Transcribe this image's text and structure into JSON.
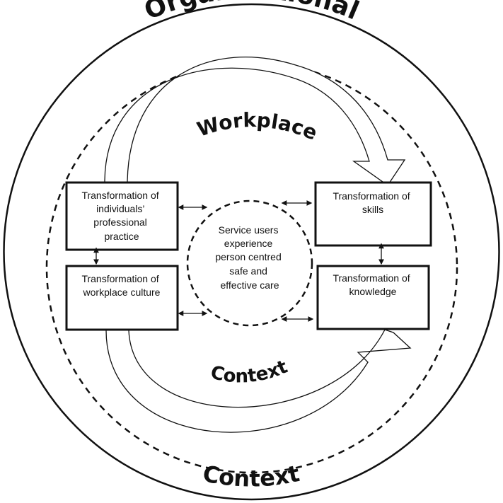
{
  "outer_labels": {
    "top": "Organisational",
    "bottom": "Context"
  },
  "inner_labels": {
    "top": "Workplace",
    "bottom": "Context"
  },
  "boxes": {
    "individuals_practice": [
      "Transformation of",
      "individuals’",
      "professional",
      "practice"
    ],
    "workplace_culture": [
      "Transformation of",
      "workplace culture"
    ],
    "skills": [
      "Transformation of",
      "skills"
    ],
    "knowledge": [
      "Transformation of",
      "knowledge"
    ]
  },
  "center": [
    "Service users",
    "experience",
    "person centred",
    "safe and",
    "effective care"
  ],
  "colors": {
    "stroke": "#111111",
    "background": "#ffffff"
  }
}
